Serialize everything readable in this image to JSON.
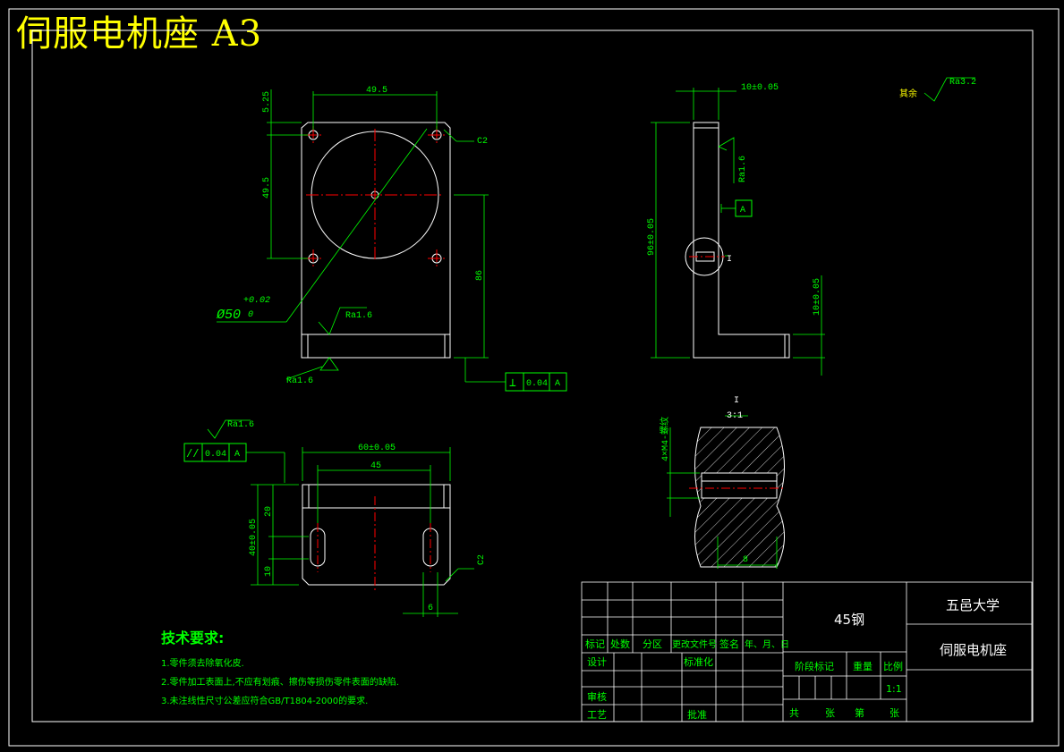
{
  "drawing_title": "伺服电机座 A3",
  "front_view": {
    "dim_width_top": "49.5",
    "dim_top_offset": "5.25",
    "dim_hole_vertical": "49.5",
    "dim_height": "86",
    "diameter_text": "Ø50",
    "diameter_tol": "+0.02",
    "diameter_tol_low": "0",
    "chamfer": "C2",
    "roughness_inner": "Ra1.6",
    "roughness_bottom": "Ra1.6",
    "fcf_symbol": "⊥",
    "fcf_value": "0.04",
    "fcf_datum": "A"
  },
  "side_view": {
    "dim_thickness": "10±0.05",
    "dim_height": "96±0.05",
    "dim_base": "10±0.05",
    "roughness_face": "Ra1.6",
    "datum_label": "A",
    "detail_marker": "I",
    "roughness_rest_label": "其余",
    "roughness_rest": "Ra3.2"
  },
  "bottom_view": {
    "roughness": "Ra1.6",
    "fcf_symbol": "//",
    "fcf_value": "0.04",
    "fcf_datum": "A",
    "dim_width": "60±0.05",
    "dim_slot_spacing": "45",
    "dim_height": "40±0.05",
    "dim_20": "20",
    "dim_10": "10",
    "dim_slot_width": "6",
    "chamfer": "C2"
  },
  "detail_view": {
    "label": "I",
    "scale": "3:1",
    "thread_label": "4×M4-螺纹",
    "dim_width": "8"
  },
  "tech_requirements": {
    "heading": "技术要求:",
    "items": [
      "1.零件须去除氧化皮.",
      "2.零件加工表面上,不应有划痕、擦伤等损伤零件表面的缺陷.",
      "3.未注线性尺寸公差应符合GB/T1804-2000的要求."
    ]
  },
  "title_block": {
    "material": "45钢",
    "school": "五邑大学",
    "part_name": "伺服电机座",
    "headers": [
      "标记",
      "处数",
      "分区",
      "更改文件号",
      "签名",
      "年、月、日"
    ],
    "design": "设计",
    "standardize": "标准化",
    "review": "审核",
    "process": "工艺",
    "approve": "批准",
    "stage_mark": "阶段标记",
    "weight": "重量",
    "scale_label": "比例",
    "scale_value": "1:1",
    "sheets": [
      "共",
      "张",
      "第",
      "张"
    ]
  },
  "colors": {
    "background": "#000000",
    "outline": "#ffffff",
    "dimension": "#00ff00",
    "center_line": "#ff0000",
    "title": "#ffff00"
  }
}
